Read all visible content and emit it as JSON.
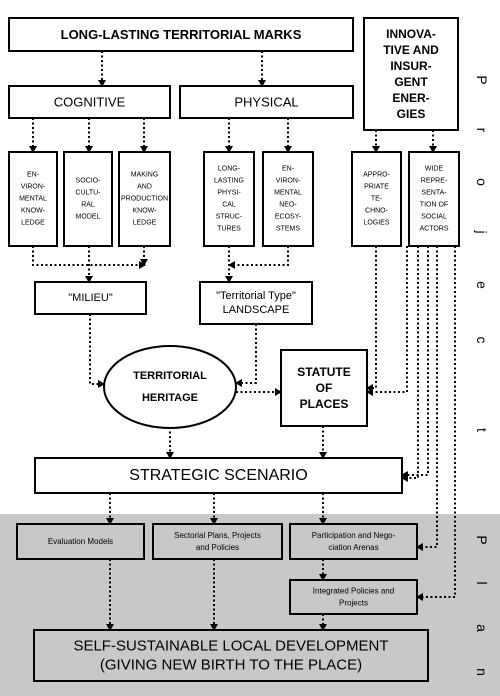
{
  "band": {
    "plan_color": "#c8c8c8",
    "project_color": "#ffffff"
  },
  "side": {
    "project": [
      "P",
      "r",
      "o",
      "j",
      "e",
      "c",
      "t"
    ],
    "plan": [
      "P",
      "l",
      "a",
      "n"
    ]
  },
  "nodes": {
    "marks": [
      "LONG-LASTING TERRITORIAL MARKS"
    ],
    "innovative": [
      "INNOVA-",
      "TIVE AND",
      "INSUR-",
      "GENT",
      "ENER-",
      "GIES"
    ],
    "cognitive": [
      "COGNITIVE"
    ],
    "physical": [
      "PHYSICAL"
    ],
    "env_knowledge": [
      "EN-",
      "VIRON-",
      "MENTAL",
      "KNOW-",
      "LEDGE"
    ],
    "socio_cultural": [
      "SOCIO-",
      "CULTU-",
      "RAL",
      "MODEL"
    ],
    "making_knowledge": [
      "MAKING",
      "AND",
      "PRODUCTION",
      "KNOW-",
      "LEDGE"
    ],
    "physical_structures": [
      "LONG-",
      "LASTING",
      "PHYSI-",
      "CAL",
      "STRUC-",
      "TURES"
    ],
    "eco_systems": [
      "EN-",
      "VIRON-",
      "MENTAL",
      "NEO-",
      "ECOSY-",
      "STEMS"
    ],
    "technologies": [
      "APPRO-",
      "PRIATE",
      "TE-",
      "CHNO-",
      "LOGIES"
    ],
    "social_actors": [
      "WIDE",
      "REPRE-",
      "SENTA-",
      "TION OF",
      "SOCIAL",
      "ACTORS"
    ],
    "milieu": [
      "\"MILIEU\""
    ],
    "landscape": [
      "\"Territorial Type\"",
      "LANDSCAPE"
    ],
    "heritage": [
      "TERRITORIAL",
      "HERITAGE"
    ],
    "statute": [
      "STATUTE",
      "OF",
      "PLACES"
    ],
    "scenario": [
      "STRATEGIC SCENARIO"
    ],
    "evaluation": [
      "Evaluation Models"
    ],
    "sectorial": [
      "Sectorial Plans, Projects",
      "and Policies"
    ],
    "participation": [
      "Participation and Nego-",
      "ciation Arenas"
    ],
    "integrated": [
      "Integrated Policies and",
      "Projects"
    ],
    "development": [
      "SELF-SUSTAINABLE LOCAL DEVELOPMENT",
      "(GIVING NEW BIRTH TO THE PLACE)"
    ]
  }
}
